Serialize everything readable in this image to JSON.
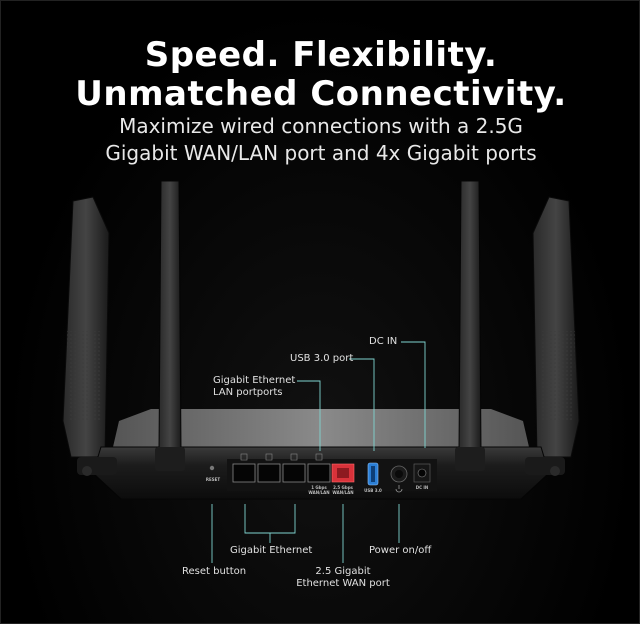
{
  "headline": {
    "line1": "Speed. Flexibility.",
    "line2": "Unmatched Connectivity."
  },
  "subheadline": {
    "line1": "Maximize wired connections with a 2.5G",
    "line2": "Gigabit WAN/LAN port and 4x Gigabit ports"
  },
  "callouts": {
    "dc_in": "DC IN",
    "usb": "USB 3.0 port",
    "lan_ports_line1": "Gigabit Ethernet",
    "lan_ports_line2": "LAN portports",
    "gigabit_ethernet": "Gigabit Ethernet",
    "power": "Power on/off",
    "reset": "Reset button",
    "wan_line1": "2.5 Gigabit",
    "wan_line2": "Ethernet WAN port"
  },
  "device_labels": {
    "reset": "RESET",
    "port_1g_line1": "1 Gbps",
    "port_1g_line2": "WAN/LAN",
    "port_25g_line1": "2.5 Gbps",
    "port_25g_line2": "WAN/LAN",
    "usb": "USB 3.0",
    "dc": "DC IN"
  },
  "colors": {
    "background": "#000000",
    "callout_line": "#7fd4d0",
    "wan_port": "#d8323a",
    "usb_port": "#2b7fd6"
  }
}
